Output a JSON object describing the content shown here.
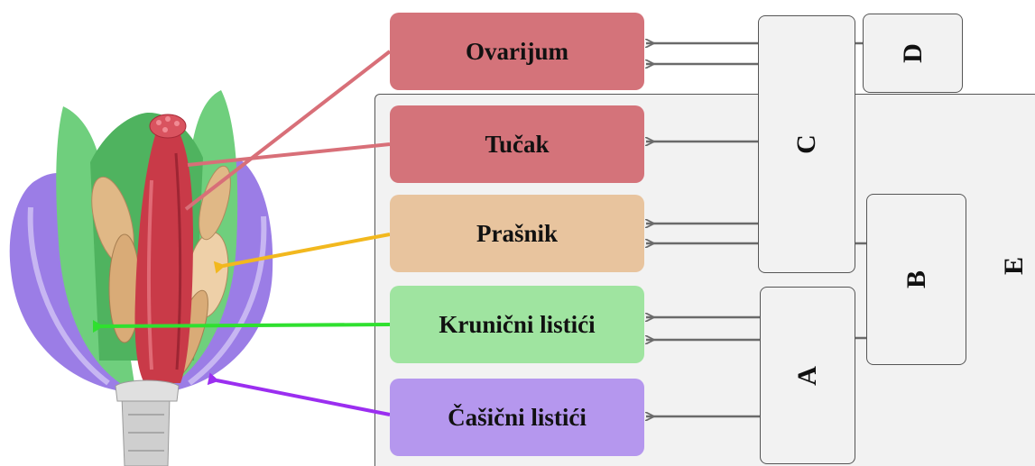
{
  "organs": [
    {
      "label": "Ovarijum",
      "color": "#d4737a"
    },
    {
      "label": "Tučak",
      "color": "#d4737a"
    },
    {
      "label": "Prašnik",
      "color": "#e8c49e"
    },
    {
      "label": "Krunični listići",
      "color": "#9fe4a0"
    },
    {
      "label": "Čašični listići",
      "color": "#b597ee"
    }
  ],
  "genes": {
    "a": "A",
    "b": "B",
    "c": "C",
    "d": "D",
    "e": "E"
  },
  "colors": {
    "carpel": "#c93a48",
    "stamen": "#e0b886",
    "petal": "#6fcf7d",
    "sepal": "#9b7de6",
    "arrow_yellow": "#f2b81e",
    "arrow_green": "#2fe02f",
    "arrow_purple": "#9b2ef0",
    "line_red": "#d86f78",
    "gene_arrow": "#6a6a6a"
  },
  "icons": [
    "flower-illustration"
  ]
}
